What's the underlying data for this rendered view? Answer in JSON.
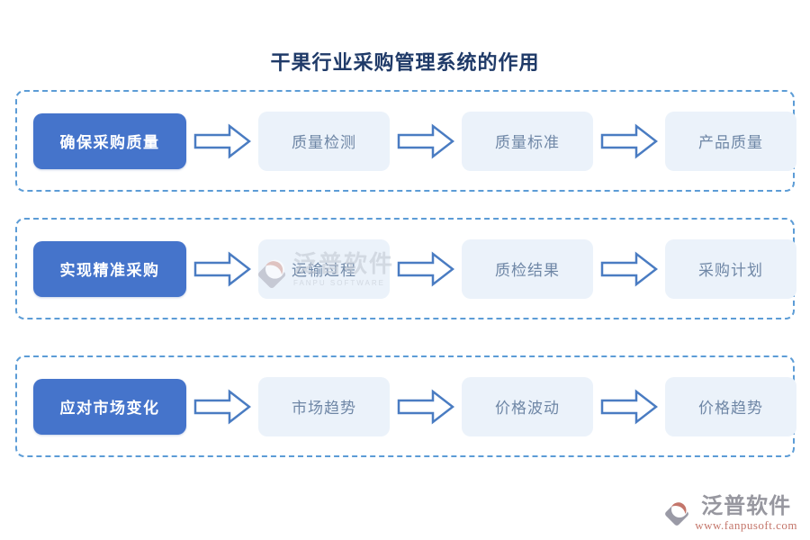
{
  "title": "干果行业采购管理系统的作用",
  "rows": [
    {
      "button": "确保采购质量",
      "boxes": [
        "质量检测",
        "质量标准",
        "产品质量"
      ]
    },
    {
      "button": "实现精准采购",
      "boxes": [
        "运输过程",
        "质检结果",
        "采购计划"
      ]
    },
    {
      "button": "应对市场变化",
      "boxes": [
        "市场趋势",
        "价格波动",
        "价格趋势"
      ]
    }
  ],
  "watermark": {
    "brand": "泛普软件",
    "subtext": "FANPU SOFTWARE"
  },
  "footer": {
    "brand": "泛普软件",
    "url": "www.fanpusoft.com"
  },
  "icons": {
    "arrow": "arrow-right-icon",
    "logo": "fanpu-logo-icon"
  },
  "colors": {
    "title_text": "#1f3a68",
    "button_bg": "#4574cb",
    "button_text": "#ffffff",
    "box_bg": "#ebf2fa",
    "box_text": "#6f87a6",
    "dashed_border": "#5c9cd6",
    "arrow_stroke": "#4a7cc2",
    "footer_brand": "#97979f",
    "footer_url": "#c4766b",
    "logo_gray": "#9a9aa6",
    "logo_rose": "#c4766b"
  }
}
